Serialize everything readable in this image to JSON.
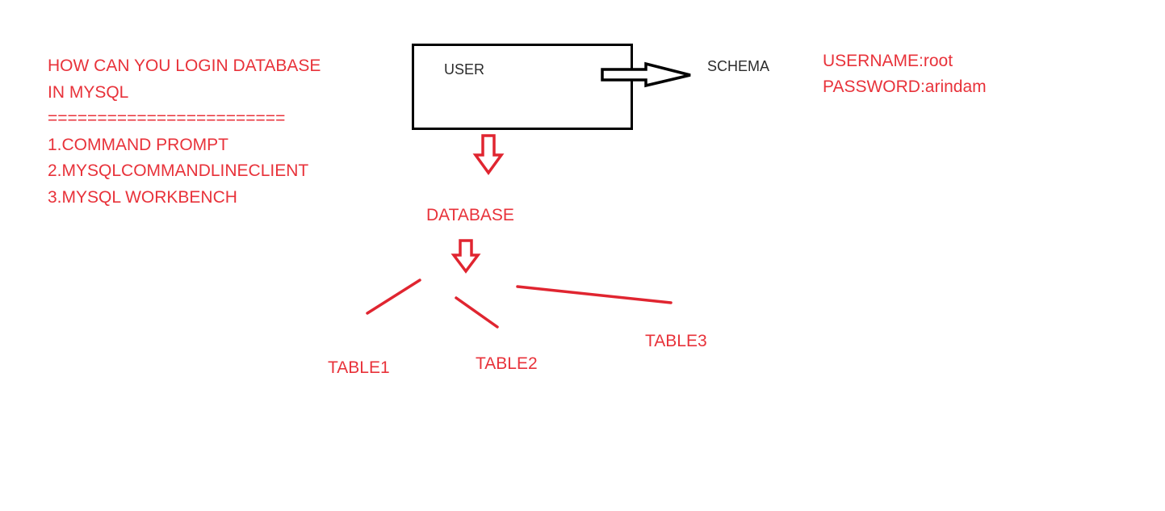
{
  "notes": {
    "title_line1": "HOW CAN YOU LOGIN DATABASE",
    "title_line2": "IN MYSQL",
    "separator": "========================",
    "items": [
      "1.COMMAND PROMPT",
      "2.MYSQLCOMMANDLINECLIENT",
      "3.MYSQL WORKBENCH"
    ]
  },
  "diagram": {
    "user_label": "USER",
    "schema_label": "SCHEMA",
    "database_label": "DATABASE",
    "tables": [
      "TABLE1",
      "TABLE2",
      "TABLE3"
    ]
  },
  "credentials": {
    "username": "USERNAME:root",
    "password": "PASSWORD:arindam"
  },
  "colors": {
    "annotation": "#e8323a",
    "outline": "#000000",
    "text_dark": "#2b2b2b",
    "background": "#ffffff"
  }
}
